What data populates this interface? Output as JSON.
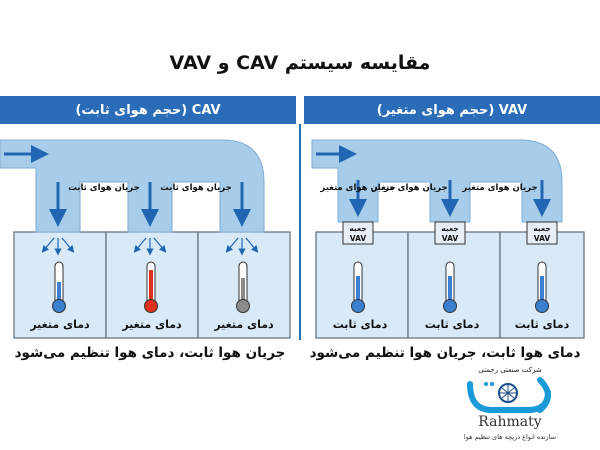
{
  "title": "مقایسه سیستم CAV و VAV",
  "cav": {
    "header": "CAV (حجم هوای ثابت)",
    "duct_labels": [
      "جریان هوای ثابت",
      "جریان هوای ثابت"
    ],
    "rooms": [
      "دمای متغیر",
      "دمای متغیر",
      "دمای متغیر"
    ],
    "caption": "جریان هوا ثابت، دمای هوا تنظیم می‌شود"
  },
  "vav": {
    "header": "VAV (حجم هوای متغیر)",
    "duct_labels": [
      "جریان هوای متغیر",
      "جریان هوای متغیر",
      "جریان هوای متغیر"
    ],
    "box_label_line1": "جعبه",
    "box_label_line2": "VAV",
    "rooms": [
      "دمای ثابت",
      "دمای ثابت",
      "دمای ثابت"
    ],
    "caption": "دمای هوا ثابت، جریان هوا تنظیم می‌شود"
  },
  "logo": {
    "subtitle": "شرکت صنعتی رحمتی",
    "name": "Rahmaty",
    "tagline": "سازنده انواع دریچه های تنظیم هوا"
  },
  "colors": {
    "header_blue": "#2b6cb8",
    "duct_blue": "#a8cdea",
    "arrow_blue": "#2166b3",
    "room_fill": "#d8eaf7",
    "thermo_blue": "#3a7fd0",
    "thermo_red": "#e0301e",
    "thermo_gray": "#8a8a8a"
  }
}
